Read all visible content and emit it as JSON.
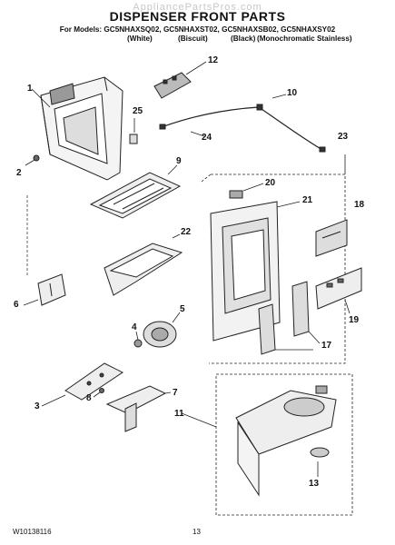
{
  "header": {
    "watermark": "AppliancePartsPros.com",
    "title": "DISPENSER FRONT PARTS",
    "models": "For Models: GC5NHAXSQ02, GC5NHAXST02, GC5NHAXSB02, GC5NHAXSY02",
    "variants": [
      "(White)",
      "(Biscuit)",
      "(Black)",
      "(Monochromatic Stainless)"
    ]
  },
  "callouts": [
    "1",
    "2",
    "3",
    "4",
    "5",
    "6",
    "7",
    "8",
    "9",
    "10",
    "11",
    "12",
    "13",
    "17",
    "18",
    "19",
    "20",
    "21",
    "22",
    "23",
    "24",
    "25"
  ],
  "footer": {
    "doc_number": "W10138116",
    "page_number": "13"
  }
}
